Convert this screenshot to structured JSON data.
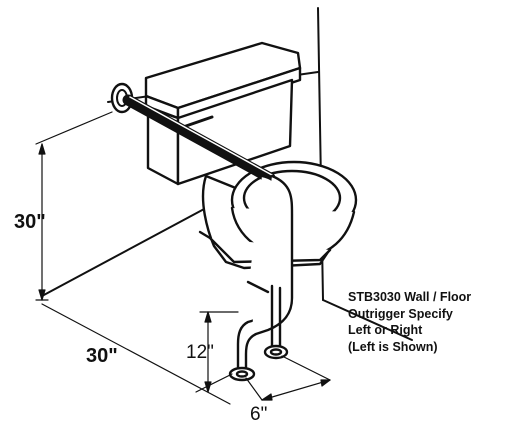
{
  "dimensions": {
    "height_label": "30\"",
    "length_label": "30\"",
    "floor_height_label": "12\"",
    "spread_label": "6\""
  },
  "caption": {
    "line1": "STB3030 Wall / Floor",
    "line2": "Outrigger Specify",
    "line3": "Left or Right",
    "line4": "(Left is Shown)"
  }
}
